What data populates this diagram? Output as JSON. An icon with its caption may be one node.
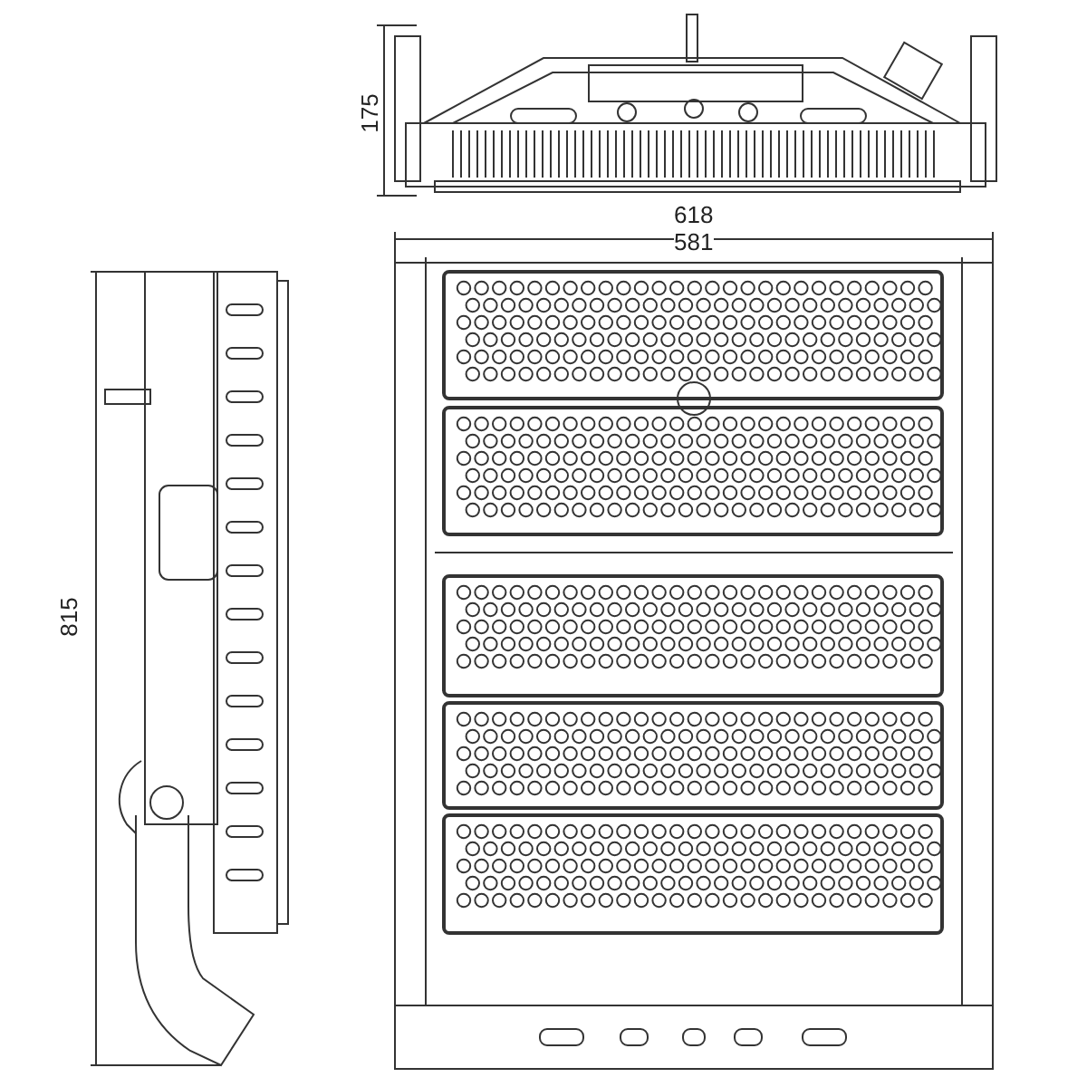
{
  "diagram": {
    "labels": [
      "175",
      "618",
      "581",
      "815"
    ]
  }
}
